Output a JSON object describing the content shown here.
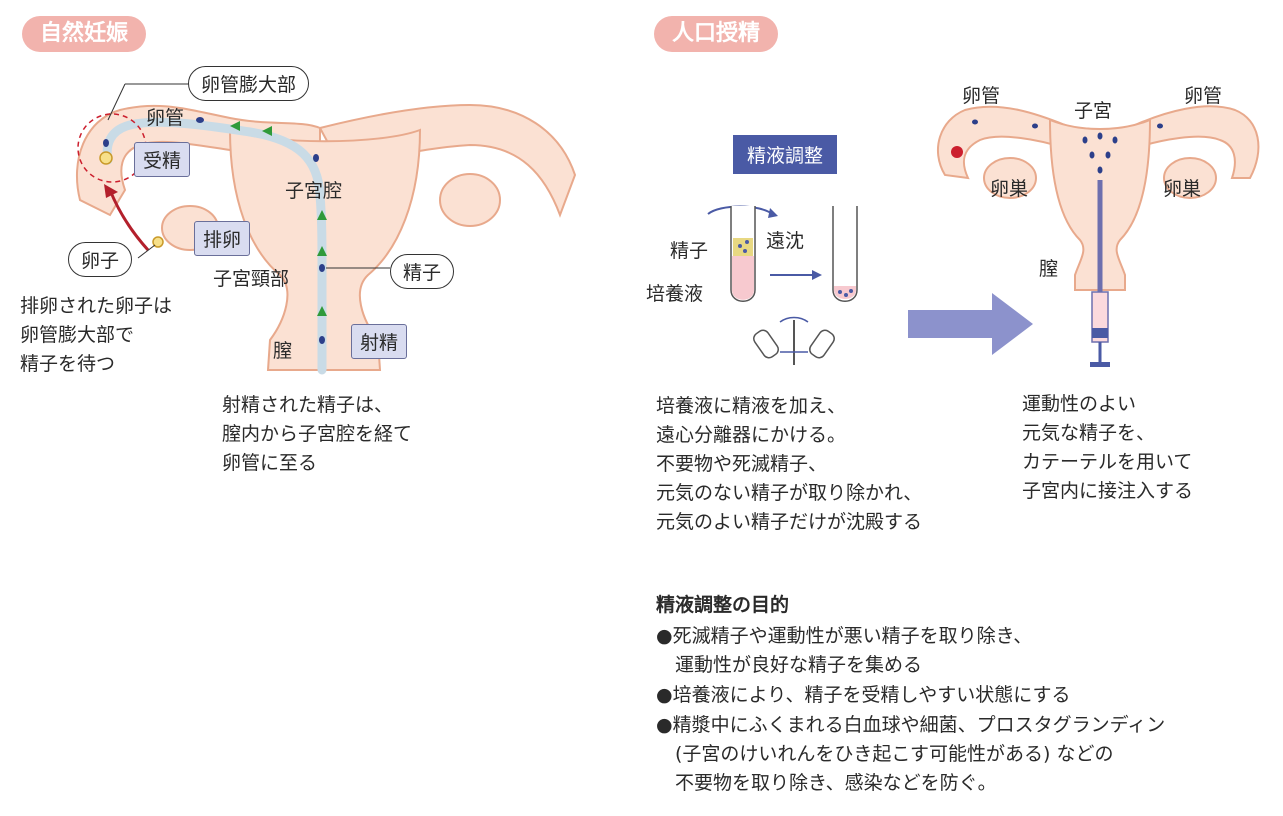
{
  "left_section": {
    "title": "自然妊娠",
    "labels": {
      "ampulla": "卵管膨大部",
      "tube": "卵管",
      "fertilization": "受精",
      "uterine_cavity": "子宮腔",
      "ovulation": "排卵",
      "egg": "卵子",
      "sperm": "精子",
      "cervix": "子宮頸部",
      "ejaculation": "射精",
      "vagina": "膣"
    },
    "egg_note": [
      "排卵された卵子は",
      "卵管膨大部で",
      "精子を待つ"
    ],
    "sperm_note": [
      "射精された精子は、",
      "膣内から子宮腔を経て",
      "卵管に至る"
    ]
  },
  "middle_section": {
    "title": "人口授精",
    "box_label": "精液調整",
    "labels": {
      "sperm": "精子",
      "medium": "培養液",
      "centrifuge": "遠沈"
    },
    "description": [
      "培養液に精液を加え、",
      "遠心分離器にかける。",
      "不要物や死滅精子、",
      "元気のない精子が取り除かれ、",
      "元気のよい精子だけが沈殿する"
    ]
  },
  "right_section": {
    "labels": {
      "tube_left": "卵管",
      "uterus": "子宮",
      "tube_right": "卵管",
      "ovary_left": "卵巣",
      "ovary_right": "卵巣",
      "vagina": "膣"
    },
    "description": [
      "運動性のよい",
      "元気な精子を、",
      "カテーテルを用いて",
      "子宮内に接注入する"
    ]
  },
  "purpose": {
    "title": "精液調整の目的",
    "items": [
      [
        "●死滅精子や運動性が悪い精子を取り除き、",
        "　運動性が良好な精子を集める"
      ],
      [
        "●培養液により、精子を受精しやすい状態にする"
      ],
      [
        "●精漿中にふくまれる白血球や細菌、プロスタグランディン",
        "　(子宮のけいれんをひき起こす可能性がある) などの",
        "　不要物を取り除き、感染などを防ぐ。"
      ]
    ]
  },
  "colors": {
    "tissue": "#fbe1d3",
    "tissue_stroke": "#e8a98c",
    "path": "#c9dbe6",
    "pill": "#f2b3ad",
    "arrow_blue": "#8c92cc",
    "egg_red": "#cc1f2e",
    "green_arrow": "#2f9a3a"
  }
}
